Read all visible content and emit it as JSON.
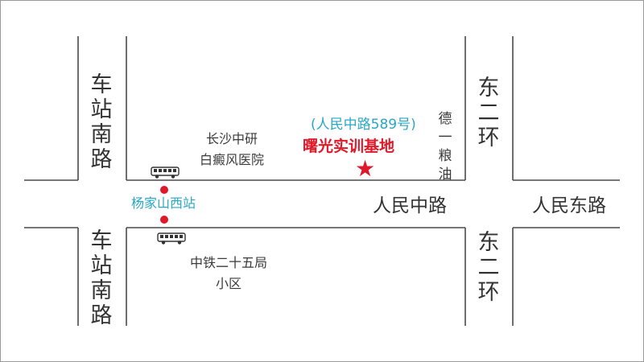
{
  "roads": {
    "west_upper": [
      "车",
      "站",
      "南",
      "路"
    ],
    "west_lower": [
      "车",
      "站",
      "南",
      "路"
    ],
    "east_upper": [
      "东",
      "二",
      "环"
    ],
    "east_lower": [
      "东",
      "二",
      "环"
    ],
    "main_street": "人民中路",
    "east_street": "人民东路"
  },
  "landmarks": {
    "hospital_line1": "长沙中研",
    "hospital_line2": "白癜风医院",
    "grain_oil": [
      "德",
      "一",
      "粮",
      "油"
    ],
    "residence_line1": "中铁二十五局",
    "residence_line2": "小区"
  },
  "bus_stop": {
    "name": "杨家山西站"
  },
  "destination": {
    "address": "(人民中路589号)",
    "name": "曙光实训基地",
    "marker": "★"
  },
  "colors": {
    "road_line": "#4a4a4a",
    "destination": "#e0192a",
    "station": "#2aa7c6",
    "text": "#333333"
  }
}
